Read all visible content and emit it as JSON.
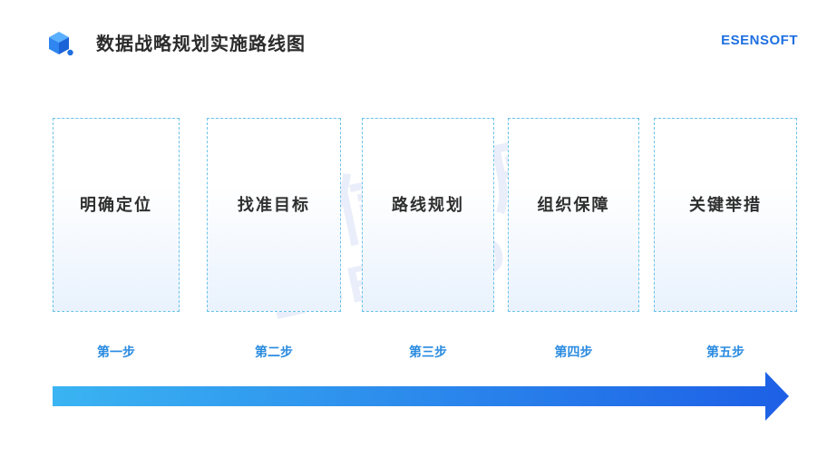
{
  "header": {
    "title": "数据战略规划实施路线图",
    "brand": "ESENSOFT"
  },
  "watermark": {
    "cn": "亿信华辰",
    "en": "ESENSOFT"
  },
  "steps": [
    {
      "title": "明确定位",
      "label": "第一步"
    },
    {
      "title": "找准目标",
      "label": "第二步"
    },
    {
      "title": "路线规划",
      "label": "第三步"
    },
    {
      "title": "组织保障",
      "label": "第四步"
    },
    {
      "title": "关键举措",
      "label": "第五步"
    }
  ],
  "colors": {
    "accent": "#1e6fe0",
    "box_border": "#6cc3ea",
    "step_label": "#2a8be0",
    "arrow_start": "#3ab4f2",
    "arrow_end": "#1d5fe6"
  },
  "icons": {
    "logo": "cube-icon",
    "direction": "arrow-right-icon"
  }
}
